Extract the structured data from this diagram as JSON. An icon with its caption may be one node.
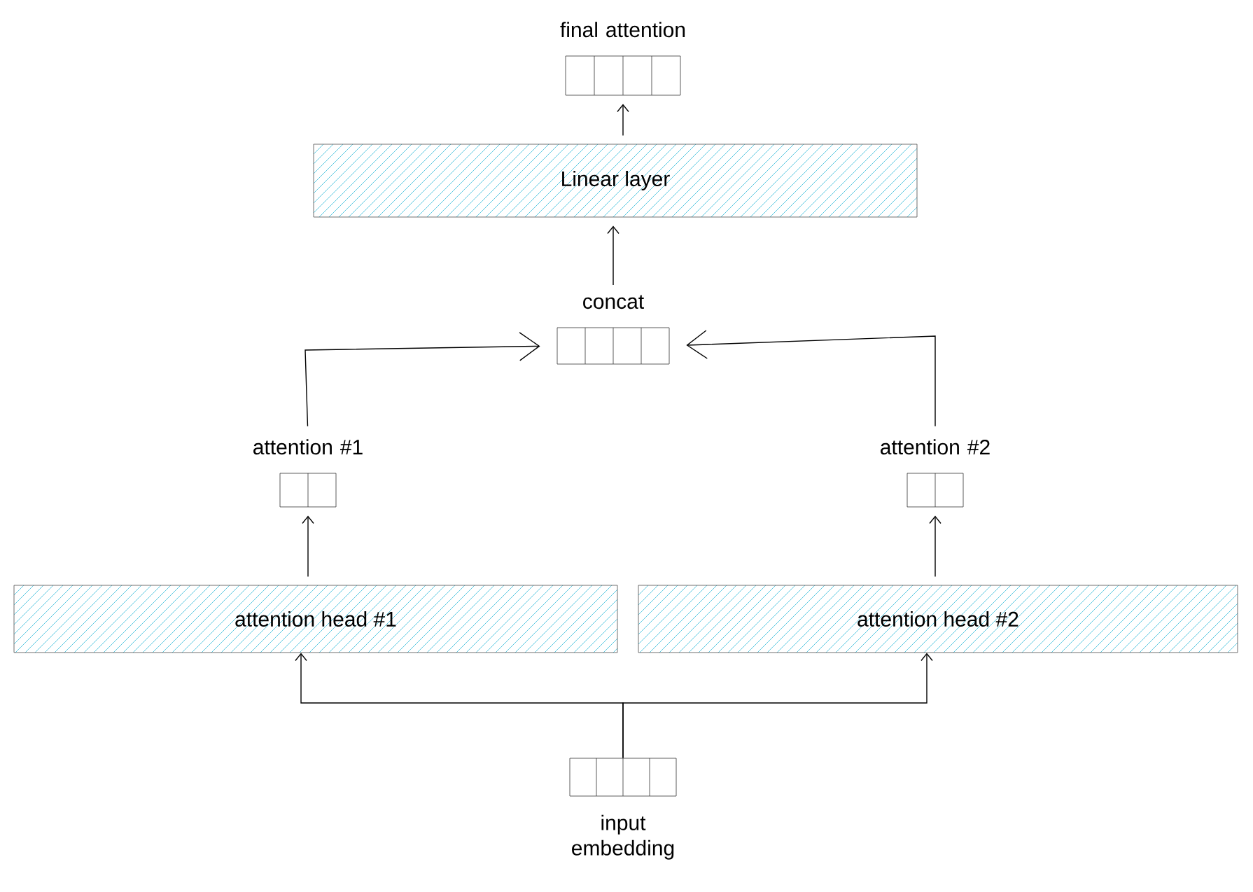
{
  "diagram": {
    "nodes": [
      {
        "text": [
          "final attention"
        ]
      },
      {
        "text": [
          "Linear layer"
        ]
      },
      {
        "text": [
          "concat"
        ]
      },
      {
        "text": [
          "attention #1"
        ]
      },
      {
        "text": [
          "attention #2"
        ]
      },
      {
        "text": [
          "attention head #1"
        ]
      },
      {
        "text": [
          "attention head #2"
        ]
      },
      {
        "text": [
          "input embedding"
        ]
      }
    ],
    "edges": [
      {
        "from": 7,
        "to": 5,
        "arrow": "to"
      },
      {
        "from": 7,
        "to": 6,
        "arrow": "to"
      },
      {
        "from": 5,
        "to": 3,
        "arrow": "to"
      },
      {
        "from": 6,
        "to": 4,
        "arrow": "to"
      },
      {
        "from": 3,
        "to": 2,
        "arrow": "to"
      },
      {
        "from": 4,
        "to": 2,
        "arrow": "to"
      },
      {
        "from": 2,
        "to": 1,
        "arrow": "to"
      },
      {
        "from": 1,
        "to": 0,
        "arrow": "to"
      }
    ]
  }
}
